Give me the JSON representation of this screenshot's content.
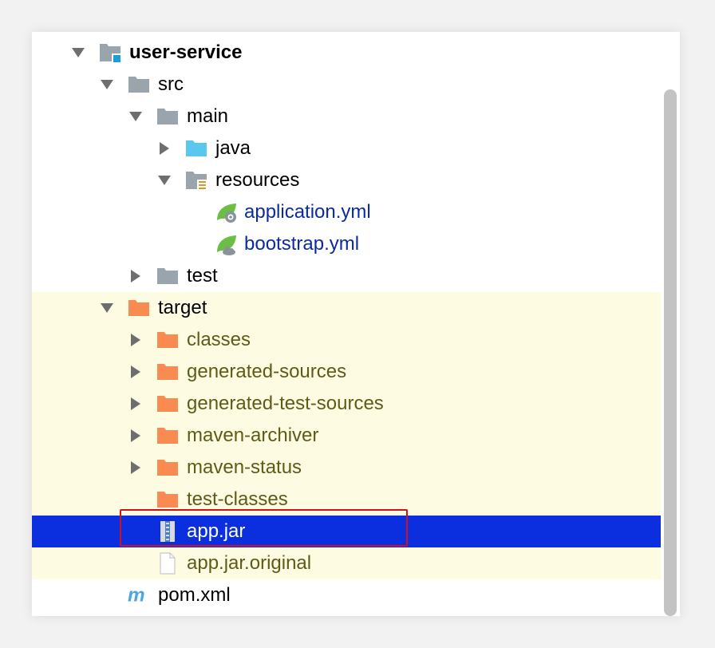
{
  "tree": {
    "project": {
      "label": "user-service",
      "expanded": true,
      "icon": "module-folder-icon"
    },
    "src": {
      "label": "src",
      "expanded": true,
      "icon": "folder-icon"
    },
    "main": {
      "label": "main",
      "expanded": true,
      "icon": "folder-icon"
    },
    "java": {
      "label": "java",
      "expanded": false,
      "icon": "source-root-folder-icon"
    },
    "resources": {
      "label": "resources",
      "expanded": true,
      "icon": "resources-folder-icon"
    },
    "application_yml": {
      "label": "application.yml",
      "icon": "spring-config-icon"
    },
    "bootstrap_yml": {
      "label": "bootstrap.yml",
      "icon": "spring-cloud-config-icon"
    },
    "test": {
      "label": "test",
      "expanded": false,
      "icon": "folder-icon"
    },
    "target": {
      "label": "target",
      "expanded": true,
      "icon": "excluded-folder-icon"
    },
    "classes": {
      "label": "classes",
      "expanded": false,
      "icon": "excluded-folder-icon"
    },
    "generated_sources": {
      "label": "generated-sources",
      "expanded": false,
      "icon": "excluded-folder-icon"
    },
    "generated_test_sources": {
      "label": "generated-test-sources",
      "expanded": false,
      "icon": "excluded-folder-icon"
    },
    "maven_archiver": {
      "label": "maven-archiver",
      "expanded": false,
      "icon": "excluded-folder-icon"
    },
    "maven_status": {
      "label": "maven-status",
      "expanded": false,
      "icon": "excluded-folder-icon"
    },
    "test_classes": {
      "label": "test-classes",
      "icon": "excluded-folder-icon"
    },
    "app_jar": {
      "label": "app.jar",
      "selected": true,
      "icon": "jar-archive-icon"
    },
    "app_jar_original": {
      "label": "app.jar.original",
      "icon": "file-icon"
    },
    "pom_xml": {
      "label": "pom.xml",
      "icon": "maven-icon"
    }
  },
  "colors": {
    "selection": "#0b2ede",
    "excluded_background": "#fdfce3",
    "excluded_folder": "#f98b52",
    "folder": "#9aa4ad",
    "highlight_border": "#d0121b"
  }
}
